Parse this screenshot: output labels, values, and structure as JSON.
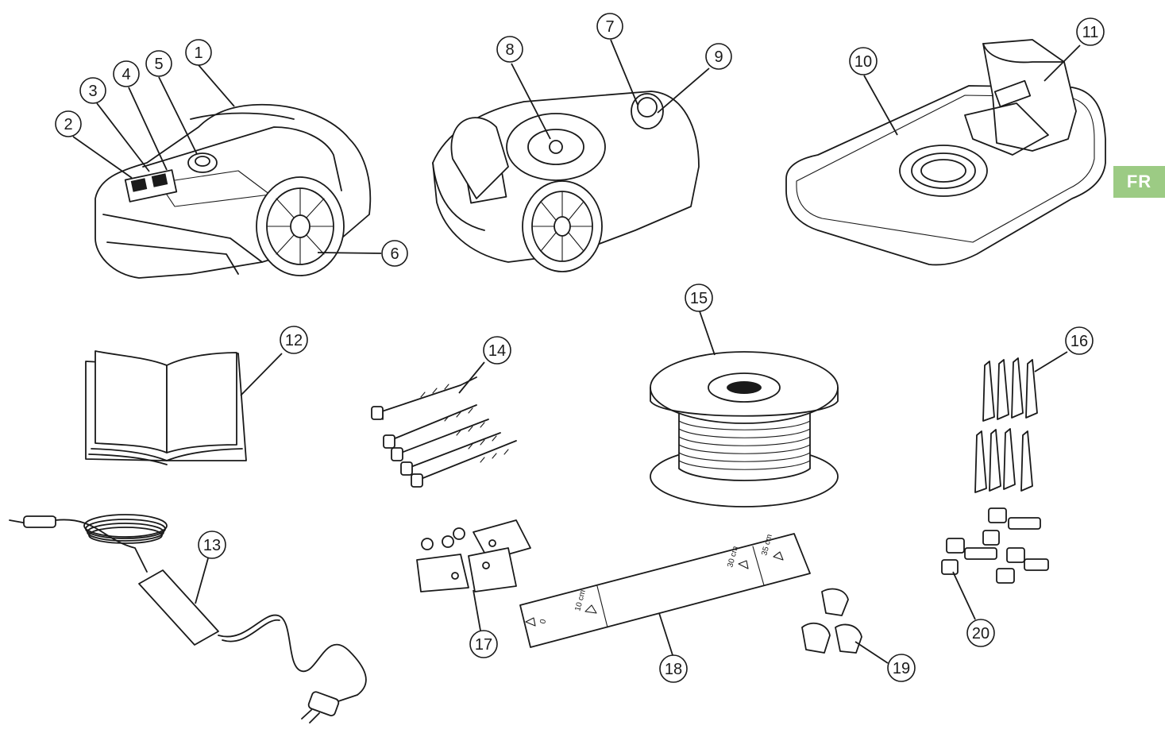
{
  "language_tab": "FR",
  "callouts": [
    {
      "id": "1",
      "label": "1"
    },
    {
      "id": "2",
      "label": "2"
    },
    {
      "id": "3",
      "label": "3"
    },
    {
      "id": "4",
      "label": "4"
    },
    {
      "id": "5",
      "label": "5"
    },
    {
      "id": "6",
      "label": "6"
    },
    {
      "id": "7",
      "label": "7"
    },
    {
      "id": "8",
      "label": "8"
    },
    {
      "id": "9",
      "label": "9"
    },
    {
      "id": "10",
      "label": "10"
    },
    {
      "id": "11",
      "label": "11"
    },
    {
      "id": "12",
      "label": "12"
    },
    {
      "id": "13",
      "label": "13"
    },
    {
      "id": "14",
      "label": "14"
    },
    {
      "id": "15",
      "label": "15"
    },
    {
      "id": "16",
      "label": "16"
    },
    {
      "id": "17",
      "label": "17"
    },
    {
      "id": "18",
      "label": "18"
    },
    {
      "id": "19",
      "label": "19"
    },
    {
      "id": "20",
      "label": "20"
    }
  ],
  "ruler_markings": {
    "m1": "0",
    "m2": "10 cm",
    "m3": "30 cm",
    "m4": "35 cm"
  }
}
